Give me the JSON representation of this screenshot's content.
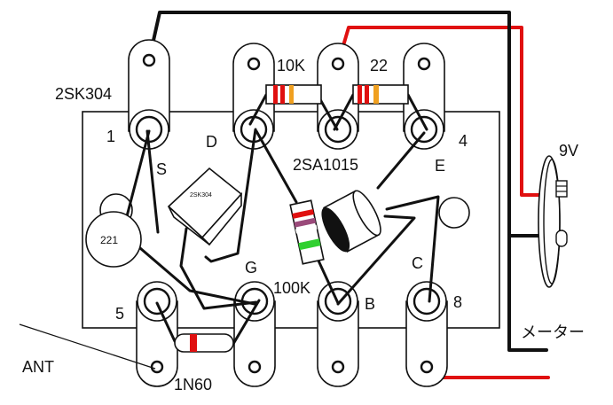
{
  "labels": {
    "fet_model": "2SK304",
    "fet_body_mark": "2SK304",
    "terminal_1": "1",
    "terminal_4": "4",
    "terminal_5": "5",
    "terminal_8": "8",
    "pin_s": "S",
    "pin_d": "D",
    "pin_g": "G",
    "pin_e": "E",
    "pin_c": "C",
    "pin_b": "B",
    "transistor_model": "2SA1015",
    "resistor_10k": "10K",
    "resistor_22": "22",
    "resistor_100k": "100K",
    "capacitor": "221",
    "diode": "1N60",
    "battery": "9V",
    "antenna": "ANT",
    "meter": "メーター"
  },
  "colors": {
    "wire": "#111111",
    "positive_wire": "#e01010",
    "band_red": "#e01010",
    "band_orange": "#f0a020",
    "band_purple": "#9a4a7a",
    "band_green": "#30d030",
    "body": "#ffffff"
  }
}
